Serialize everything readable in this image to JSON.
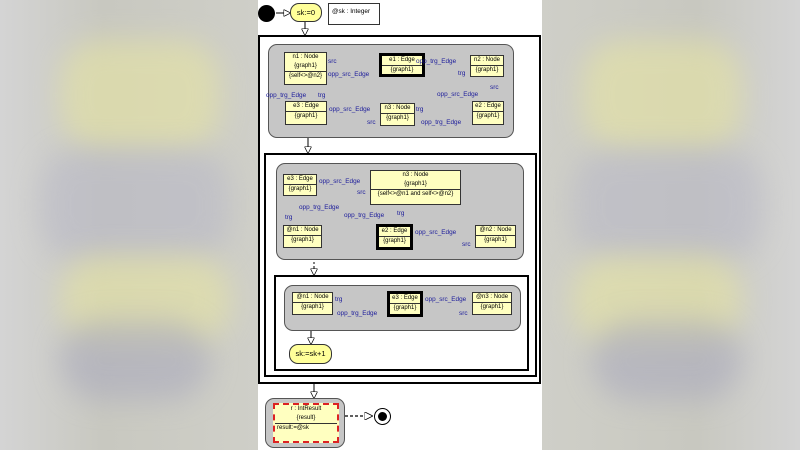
{
  "start_state": {
    "label": "sk:=0"
  },
  "declaration": {
    "label": "@sk : Integer"
  },
  "pattern1": {
    "n1": {
      "header": "n1 : Node",
      "stereotype": "{graph1}",
      "constraint": "{self<>@n2}"
    },
    "e1": {
      "header": "e1 : Edge",
      "stereotype": "{graph1}"
    },
    "n2": {
      "header": "n2 : Node",
      "stereotype": "{graph1}"
    },
    "e3": {
      "header": "e3 : Edge",
      "stereotype": "{graph1}"
    },
    "n3": {
      "header": "n3 : Node",
      "stereotype": "{graph1}"
    },
    "e2": {
      "header": "e2 : Edge",
      "stereotype": "{graph1}"
    },
    "labels": {
      "src_n1_e1": "src",
      "opp_src_n1_e1": "opp_src_Edge",
      "opp_trg_e1_n2": "opp_trg_Edge",
      "trg_e1_n2": "trg",
      "opp_trg_n1_e3": "opp_trg_Edge",
      "trg_n1_e3": "trg",
      "opp_src_e3_n3": "opp_src_Edge",
      "src_e3_n3": "src",
      "opp_src_n2_e2": "opp_src_Edge",
      "src_n2_e2": "src",
      "trg_n3_e2": "trg",
      "opp_trg_n3_e2": "opp_trg_Edge"
    }
  },
  "pattern2": {
    "e3": {
      "header": "e3 : Edge",
      "stereotype": "{graph1}"
    },
    "n3": {
      "header": "n3 : Node",
      "stereotype": "{graph1}",
      "constraint": "{self<>@n1 and self<>@n2}"
    },
    "an1": {
      "header": "@n1 : Node",
      "stereotype": "{graph1}"
    },
    "e2": {
      "header": "e2 : Edge",
      "stereotype": "{graph1}"
    },
    "an2": {
      "header": "@n2 : Node",
      "stereotype": "{graph1}"
    },
    "labels": {
      "opp_src": "opp_src_Edge",
      "src": "src",
      "opp_trg_e3": "opp_trg_Edge",
      "trg_e3": "trg",
      "opp_trg_e2": "opp_trg_Edge",
      "trg_e2": "trg",
      "opp_src_e2": "opp_src_Edge",
      "src_e2": "src"
    }
  },
  "pattern3": {
    "an1": {
      "header": "@n1 : Node",
      "stereotype": "{graph1}"
    },
    "e3": {
      "header": "e3 : Edge",
      "stereotype": "{graph1}"
    },
    "an3": {
      "header": "@n3 : Node",
      "stereotype": "{graph1}"
    },
    "labels": {
      "trg": "trg",
      "opp_trg": "opp_trg_Edge",
      "opp_src": "opp_src_Edge",
      "src": "src"
    }
  },
  "increment": {
    "label": "sk:=sk+1"
  },
  "result": {
    "header": "r : IntResult",
    "stereotype": "{result}",
    "assignment": "result:=@sk"
  },
  "colors": {
    "node_fill": "#ffffc0",
    "pattern_fill": "#c6c6c6",
    "label_blue": "#1a1a9a",
    "result_border": "#d22222"
  }
}
